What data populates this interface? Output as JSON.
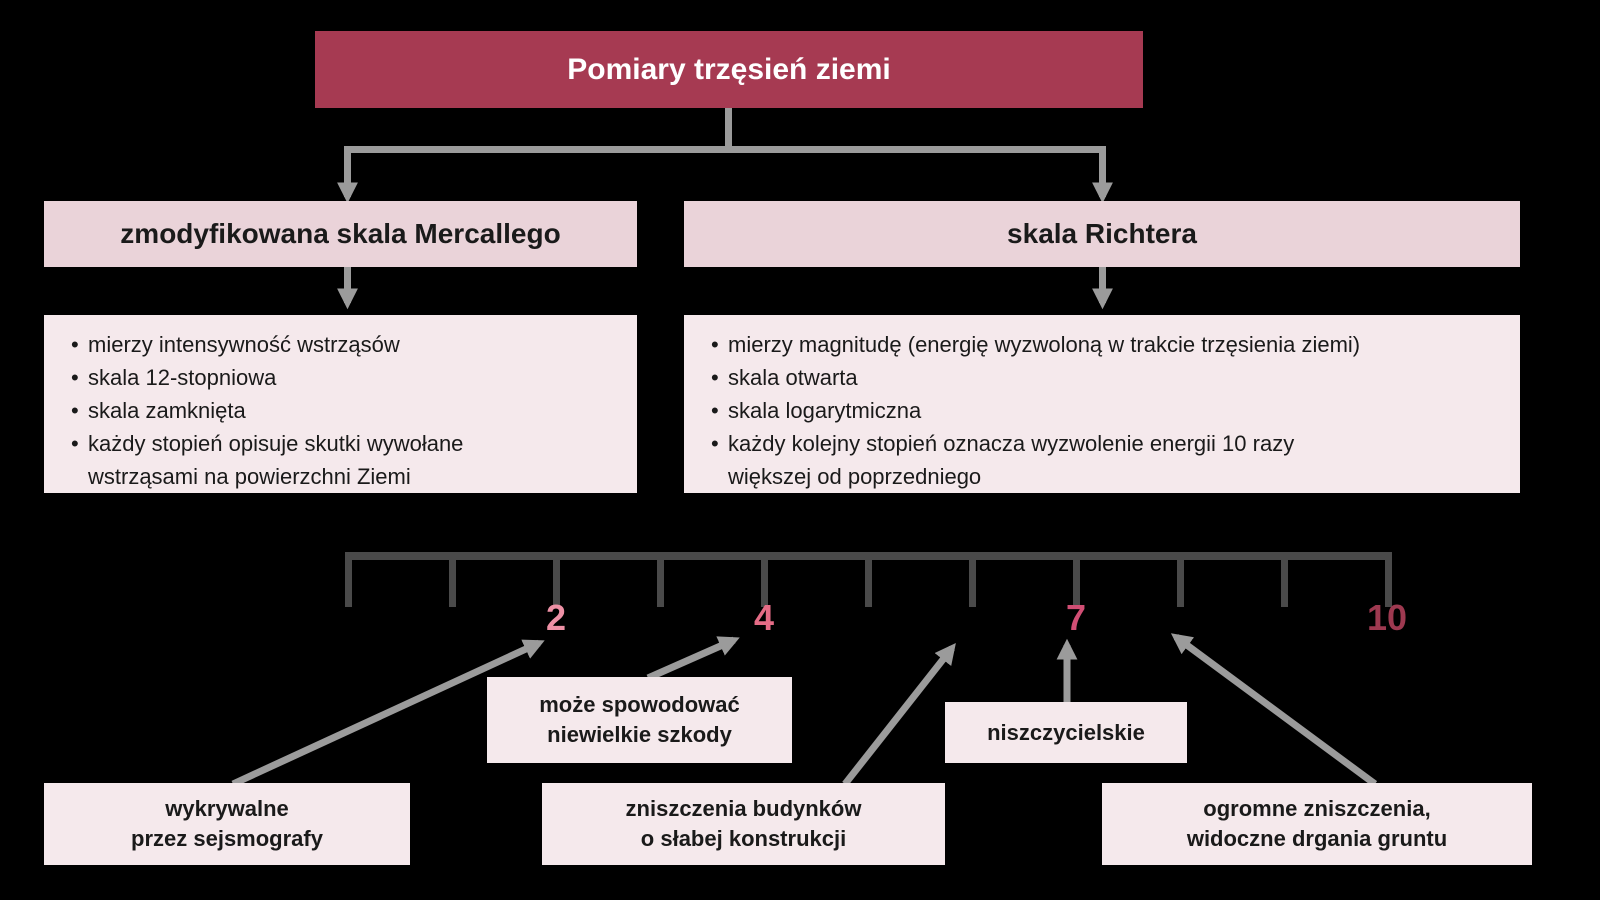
{
  "title": "Pomiary trzęsień ziemi",
  "branches": [
    {
      "header": "zmodyfikowana skala Mercallego",
      "bullets": [
        "mierzy intensywność wstrząsów",
        "skala 12-stopniowa",
        "skala zamknięta",
        "każdy stopień opisuje skutki wywołane\nwstrząsami na powierzchni Ziemi"
      ]
    },
    {
      "header": "skala Richtera",
      "bullets": [
        "mierzy magnitudę (energię wyzwoloną w trakcie trzęsienia ziemi)",
        "skala otwarta",
        "skala logarytmiczna",
        "każdy kolejny stopień oznacza wyzwolenie energii 10 razy\nwiększej od poprzedniego"
      ]
    }
  ],
  "scale": {
    "min": 0,
    "max": 10,
    "tick_count": 11,
    "labels": [
      {
        "value": "2",
        "color": "#ee91a6"
      },
      {
        "value": "4",
        "color": "#e56c86"
      },
      {
        "value": "7",
        "color": "#d14e74"
      },
      {
        "value": "10",
        "color": "#9e3950"
      }
    ]
  },
  "annotations": [
    {
      "text": "wykrywalne\nprzez sejsmografy",
      "points_to_value": "2"
    },
    {
      "text": "może spowodować\nniewielkie szkody",
      "points_to_value": "4"
    },
    {
      "text": "zniszczenia budynków\no słabej konstrukcji",
      "points_to_value": "6"
    },
    {
      "text": "niszczycielskie",
      "points_to_value": "7"
    },
    {
      "text": "ogromne zniszczenia,\nwidoczne drgania gruntu",
      "points_to_value": "8"
    }
  ],
  "colors": {
    "title_box": "#a63a52",
    "header_box": "#ead3d9",
    "content_box": "#f5e9ec",
    "connector": "#9b9b9b",
    "ruler": "#4a4a4a",
    "text": "#1a1a1a",
    "title_text": "#ffffff",
    "background": "#000000"
  }
}
